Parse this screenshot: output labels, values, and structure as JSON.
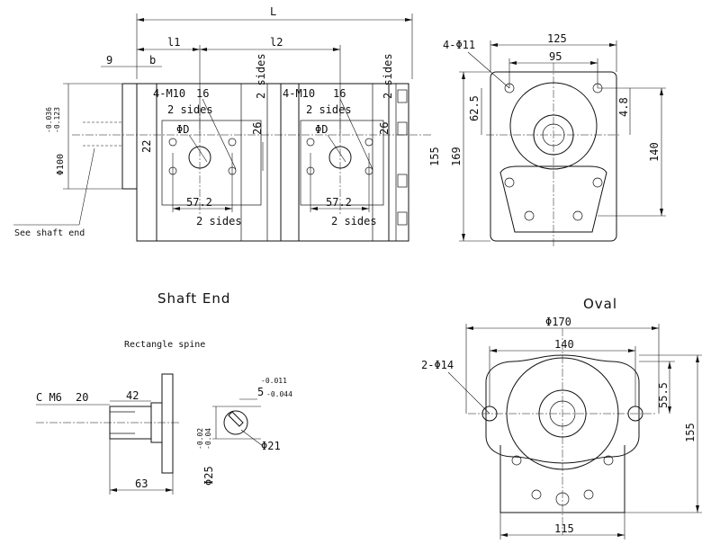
{
  "front_view": {
    "dim_L": "L",
    "dim_l1": "l1",
    "dim_l2": "l2",
    "dim_9": "9",
    "dim_b": "b",
    "port1_thread": "4-M10",
    "port1_depth": "16",
    "port1_sides": "2 sides",
    "port1_dia": "ΦD",
    "port1_width": "57.2",
    "port1_width_sides": "2 sides",
    "port1_22": "22",
    "port1_26": "26",
    "port1_vsides": "2 sides",
    "port2_thread": "4-M10",
    "port2_depth": "16",
    "port2_sides": "2 sides",
    "port2_dia": "ΦD",
    "port2_width": "57.2",
    "port2_width_sides": "2 sides",
    "port2_26": "26",
    "port2_vsides": "2 sides",
    "shaft_dia": "Φ100",
    "shaft_tol_upper": "-0.036",
    "shaft_tol_lower": "-0.123",
    "see_shaft_end": "See shaft end"
  },
  "side_view": {
    "holes": "4-Φ11",
    "w125": "125",
    "w95": "95",
    "h62_5": "62.5",
    "h4_8": "4.8",
    "h169": "169",
    "h155": "155",
    "h140": "140"
  },
  "shaft_end": {
    "title": "Shaft End",
    "spline": "Rectangle spine",
    "thread": "C M6",
    "thread_depth": "20",
    "len42": "42",
    "len63": "63",
    "tol_upper": "-0.011",
    "key_width": "5",
    "tol_lower": "-0.044",
    "dia21": "Φ21",
    "dia25": "Φ25",
    "dia25_tol_upper": "-0.02",
    "dia25_tol_lower": "-0.04"
  },
  "oval": {
    "title": "Oval",
    "holes": "2-Φ14",
    "d170": "Φ170",
    "w140": "140",
    "h55_5": "55.5",
    "h155": "155",
    "w115": "115"
  }
}
